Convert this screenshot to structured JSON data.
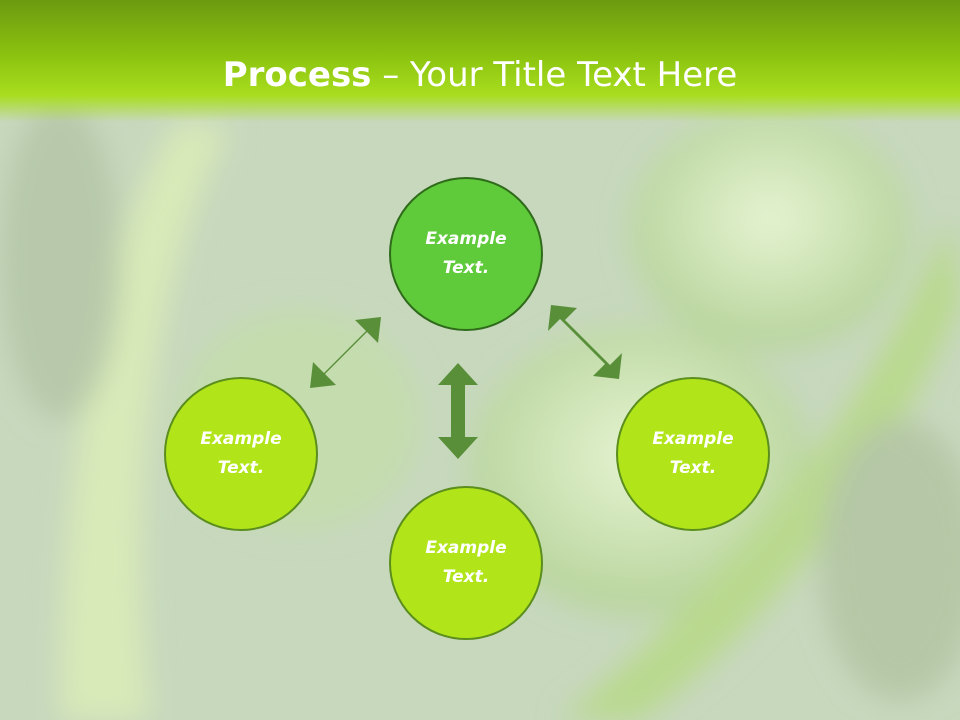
{
  "title": {
    "bold": "Process",
    "rest": " – Your Title Text Here"
  },
  "nodes": {
    "top": {
      "line1": "Example",
      "line2": "Text."
    },
    "left": {
      "line1": "Example",
      "line2": "Text."
    },
    "right": {
      "line1": "Example",
      "line2": "Text."
    },
    "bottom": {
      "line1": "Example",
      "line2": "Text."
    }
  },
  "colors": {
    "title_bar": "#8bc20f",
    "top_node": "#5fca3a",
    "side_nodes": "#b1e51a",
    "arrows": "#5a8f3a"
  }
}
